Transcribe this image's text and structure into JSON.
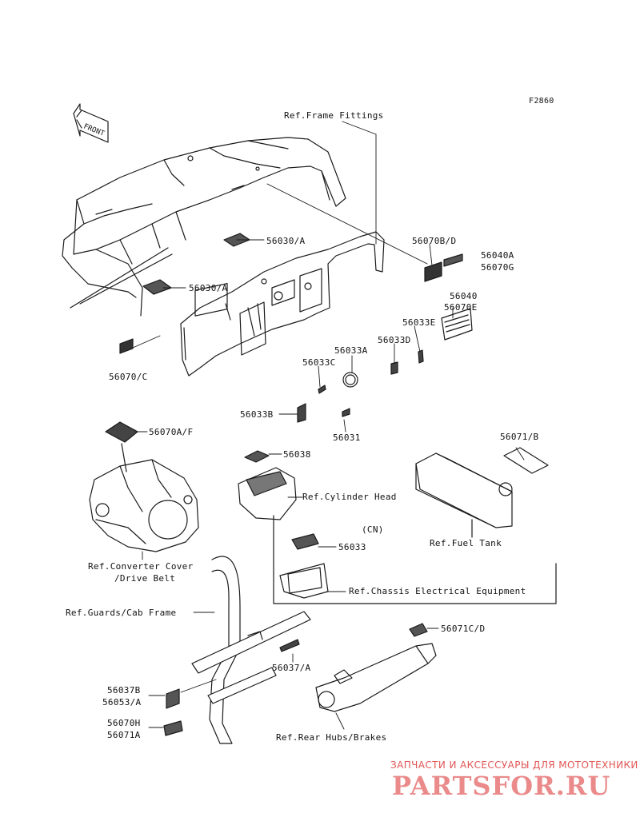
{
  "figure_code": "F2860",
  "front_arrow": "FRONT",
  "labels": {
    "ref_frame_fittings": "Ref.Frame Fittings",
    "p56070bd": "56070B/D",
    "p56040a": "56040A",
    "p56070g": "56070G",
    "p56030a_top": "56030/A",
    "p56030a_left": "56030/A",
    "p56040": "56040",
    "p56070e": "56070E",
    "p56033e": "56033E",
    "p56033d": "56033D",
    "p56033a": "56033A",
    "p56033c": "56033C",
    "p56070c": "56070/C",
    "p56033b": "56033B",
    "p56031": "56031",
    "p56070af": "56070A/F",
    "p56071b": "56071/B",
    "p56038": "56038",
    "ref_cylinder_head": "Ref.Cylinder Head",
    "cn": "(CN)",
    "p56033": "56033",
    "ref_fuel_tank": "Ref.Fuel Tank",
    "ref_converter_cover_1": "Ref.Converter Cover",
    "ref_converter_cover_2": "/Drive Belt",
    "ref_chassis_electrical": "Ref.Chassis Electrical Equipment",
    "ref_guards_cab": "Ref.Guards/Cab Frame",
    "p56071cd": "56071C/D",
    "p56037a": "56037/A",
    "p56037b": "56037B",
    "p56053a": "56053/A",
    "p56070h": "56070H",
    "p56071a": "56071A",
    "ref_rear_hubs": "Ref.Rear Hubs/Brakes"
  },
  "watermark": {
    "tagline": "ЗАПЧАСТИ И АКСЕССУАРЫ ДЛЯ МОТОТЕХНИКИ",
    "site": "PARTSFOR.RU"
  }
}
